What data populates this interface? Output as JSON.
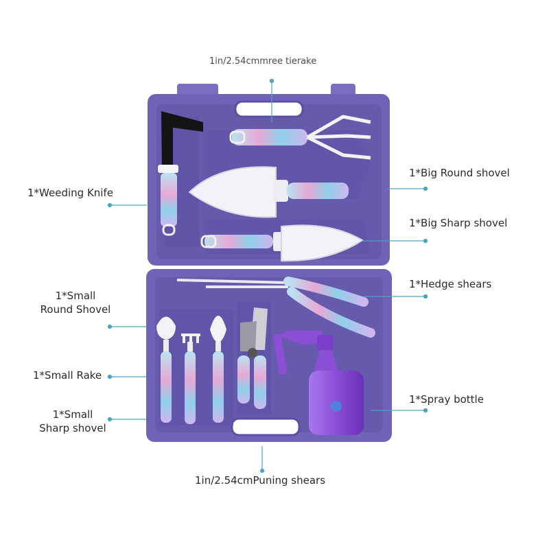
{
  "labels": {
    "top_rake": "1in/2.54cmmree tierake",
    "weeding_knife": "1*Weeding Knife",
    "big_round_shovel": "1*Big Round shovel",
    "big_sharp_shovel": "1*Big Sharp shovel",
    "hedge_shears": "1*Hedge shears",
    "small_round_shovel_line1": "1*Small",
    "small_round_shovel_line2": "Round Shovel",
    "small_rake": "1*Small Rake",
    "small_sharp_shovel_line1": "1*Small",
    "small_sharp_shovel_line2": "Sharp shovel",
    "spray_bottle": "1*Spray bottle",
    "pruning_shears": "1in/2.54cmPuning shears"
  },
  "colors": {
    "case": "#6f63b8",
    "case_dark": "#5a4fa0",
    "case_light": "#8a80cc",
    "pointer": "#4aa3c8",
    "metal": "#f2f2f6",
    "bottle": "#8b4fd6"
  }
}
